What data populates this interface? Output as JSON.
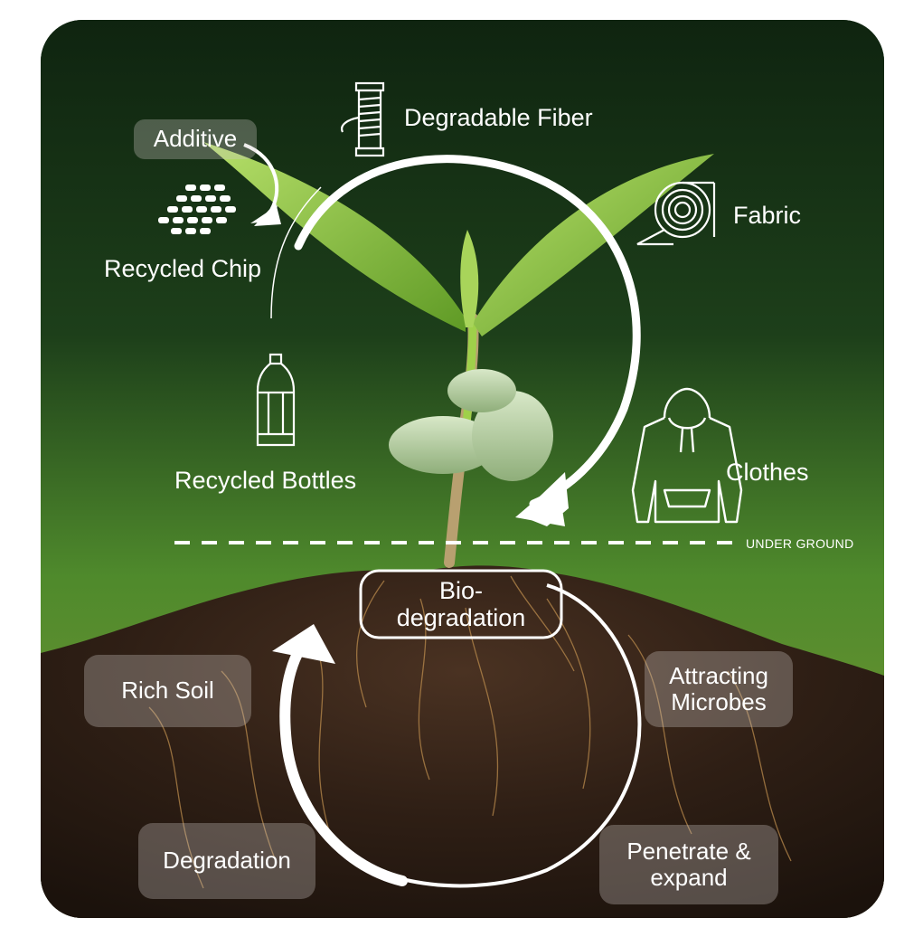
{
  "labels": {
    "degradable_fiber": "Degradable Fiber",
    "additive": "Additive",
    "recycled_chip": "Recycled Chip",
    "fabric": "Fabric",
    "recycled_bottles": "Recycled Bottles",
    "clothes": "Clothes",
    "under_ground": "UNDER GROUND",
    "bio_line1": "Bio-",
    "bio_line2": "degradation",
    "rich_soil": "Rich Soil",
    "attracting_line1": "Attracting",
    "attracting_line2": "Microbes",
    "degradation": "Degradation",
    "penetrate_line1": "Penetrate &",
    "penetrate_line2": "expand"
  },
  "icons": [
    "thread-spool-icon",
    "chip-pellets-icon",
    "fabric-roll-icon",
    "bottle-icon",
    "hoodie-icon"
  ],
  "colors": {
    "leaf": "#8fc43a",
    "soil": "#3a261a",
    "background": "#17301a",
    "arrow": "#ffffff"
  }
}
